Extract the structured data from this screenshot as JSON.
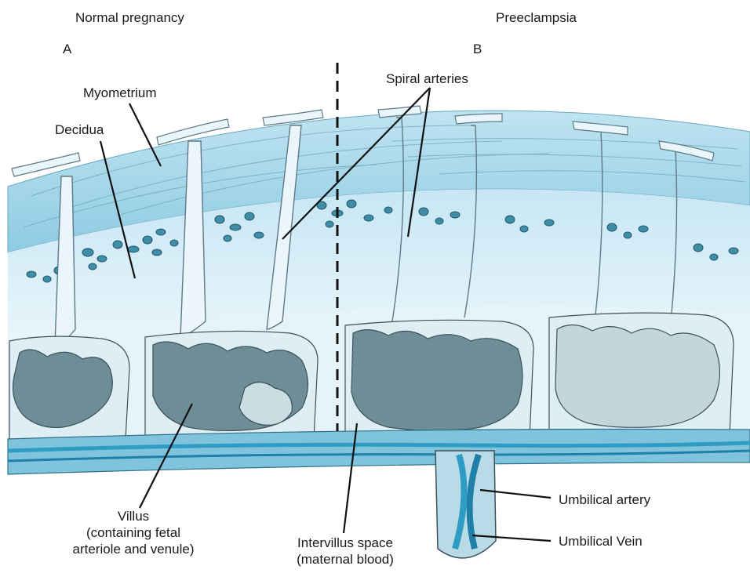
{
  "panels": {
    "left_title": "Normal pregnancy",
    "left_letter": "A",
    "right_title": "Preeclampsia",
    "right_letter": "B"
  },
  "labels": {
    "myometrium": "Myometrium",
    "decidua": "Decidua",
    "spiral_arteries": "Spiral arteries",
    "villus_line1": "Villus",
    "villus_line2": "(containing fetal",
    "villus_line3": "arteriole and venule)",
    "intervillus_line1": "Intervillus space",
    "intervillus_line2": "(maternal blood)",
    "umbilical_artery": "Umbilical artery",
    "umbilical_vein": "Umbilical Vein"
  },
  "colors": {
    "myometrium": "#a9d8ea",
    "decidua": "#cfe9f5",
    "intervillus": "#e4f3fa",
    "villus": "#5f7f88",
    "vessel_blue": "#2f9cc4",
    "outline": "#3d4d55"
  }
}
